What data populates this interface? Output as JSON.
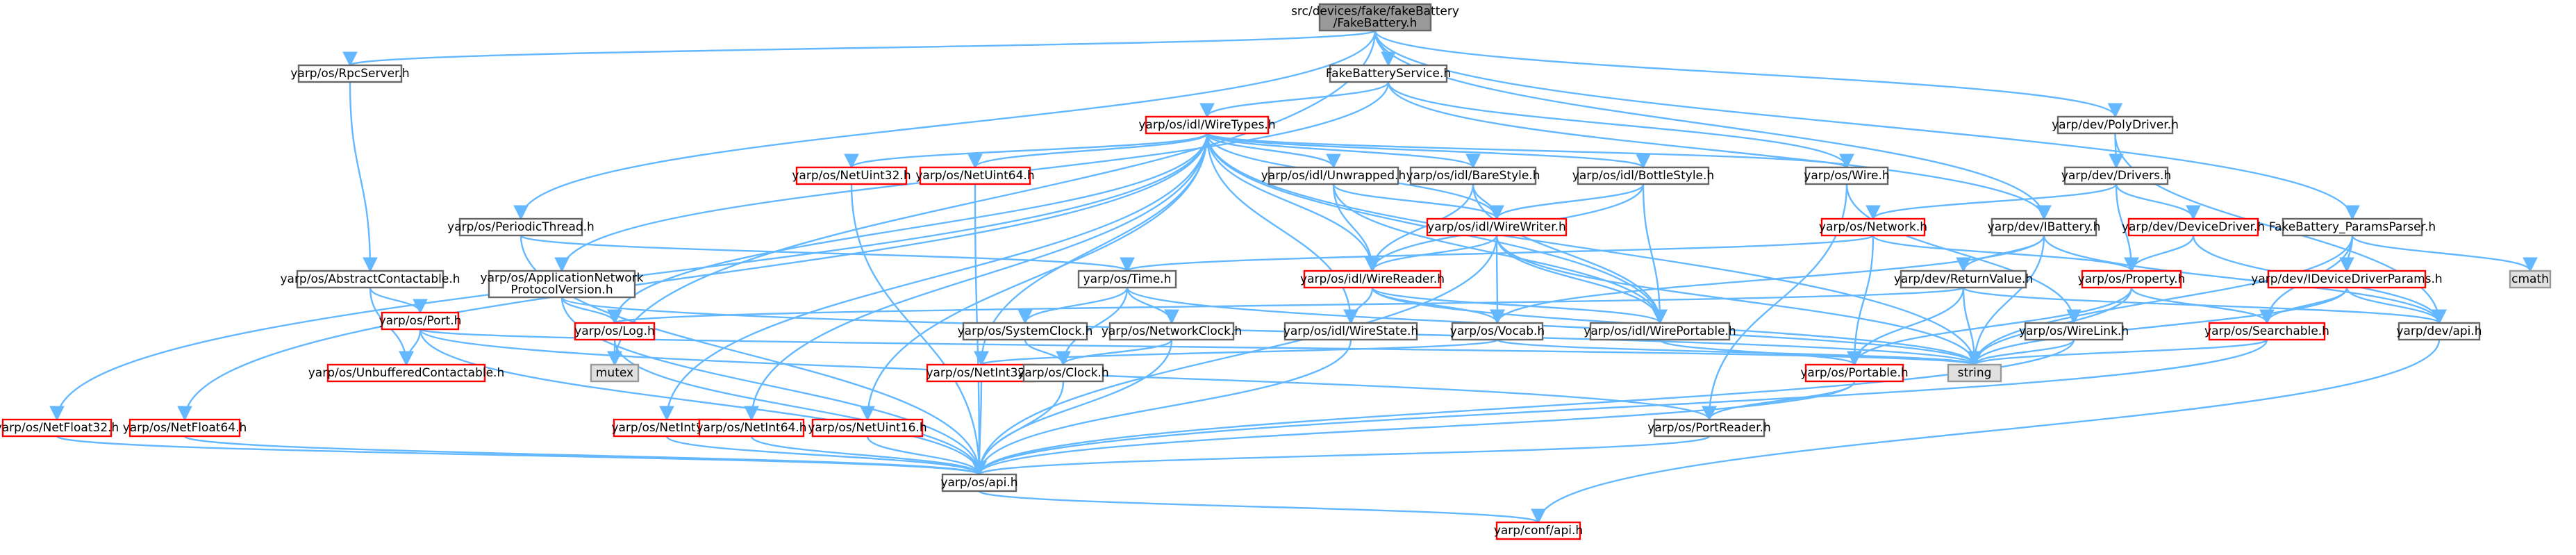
{
  "colors": {
    "edge": "#63b8ff",
    "node_border_normal": "#666666",
    "node_border_red": "#ff0000",
    "node_fill_root": "#999999",
    "node_fill_external": "#e0e0e0",
    "node_fill_normal": "#ffffff",
    "text": "#000000"
  },
  "nodes": [
    {
      "id": "root",
      "lines": [
        "src/devices/fake/fakeBattery",
        "/FakeBattery.h"
      ],
      "style": "root"
    },
    {
      "id": "rpcserver",
      "lines": [
        "yarp/os/RpcServer.h"
      ],
      "style": "normal"
    },
    {
      "id": "fbservice",
      "lines": [
        "FakeBatteryService.h"
      ],
      "style": "normal"
    },
    {
      "id": "polydriver",
      "lines": [
        "yarp/dev/PolyDriver.h"
      ],
      "style": "normal"
    },
    {
      "id": "wiretypes",
      "lines": [
        "yarp/os/idl/WireTypes.h"
      ],
      "style": "red"
    },
    {
      "id": "netuint32",
      "lines": [
        "yarp/os/NetUint32.h"
      ],
      "style": "red"
    },
    {
      "id": "netuint64",
      "lines": [
        "yarp/os/NetUint64.h"
      ],
      "style": "red"
    },
    {
      "id": "unwrapped",
      "lines": [
        "yarp/os/idl/Unwrapped.h"
      ],
      "style": "normal"
    },
    {
      "id": "barestyle",
      "lines": [
        "yarp/os/idl/BareStyle.h"
      ],
      "style": "normal"
    },
    {
      "id": "bottlestyle",
      "lines": [
        "yarp/os/idl/BottleStyle.h"
      ],
      "style": "normal"
    },
    {
      "id": "wire",
      "lines": [
        "yarp/os/Wire.h"
      ],
      "style": "normal"
    },
    {
      "id": "drivers",
      "lines": [
        "yarp/dev/Drivers.h"
      ],
      "style": "normal"
    },
    {
      "id": "periodic",
      "lines": [
        "yarp/os/PeriodicThread.h"
      ],
      "style": "normal"
    },
    {
      "id": "wirewriter",
      "lines": [
        "yarp/os/idl/WireWriter.h"
      ],
      "style": "red"
    },
    {
      "id": "network",
      "lines": [
        "yarp/os/Network.h"
      ],
      "style": "red"
    },
    {
      "id": "ibattery",
      "lines": [
        "yarp/dev/IBattery.h"
      ],
      "style": "normal"
    },
    {
      "id": "devicedriver",
      "lines": [
        "yarp/dev/DeviceDriver.h"
      ],
      "style": "red"
    },
    {
      "id": "paramsparser",
      "lines": [
        "FakeBattery_ParamsParser.h"
      ],
      "style": "normal"
    },
    {
      "id": "cmath",
      "lines": [
        "cmath"
      ],
      "style": "external"
    },
    {
      "id": "appnet",
      "lines": [
        "yarp/os/ApplicationNetwork",
        "ProtocolVersion.h"
      ],
      "style": "normal"
    },
    {
      "id": "abscontact",
      "lines": [
        "yarp/os/AbstractContactable.h"
      ],
      "style": "normal"
    },
    {
      "id": "time",
      "lines": [
        "yarp/os/Time.h"
      ],
      "style": "normal"
    },
    {
      "id": "wirereader",
      "lines": [
        "yarp/os/idl/WireReader.h"
      ],
      "style": "red"
    },
    {
      "id": "retvalue",
      "lines": [
        "yarp/dev/ReturnValue.h"
      ],
      "style": "normal"
    },
    {
      "id": "property",
      "lines": [
        "yarp/os/Property.h"
      ],
      "style": "red"
    },
    {
      "id": "ideviceparams",
      "lines": [
        "yarp/dev/IDeviceDriverParams.h"
      ],
      "style": "red"
    },
    {
      "id": "port",
      "lines": [
        "yarp/os/Port.h"
      ],
      "style": "red"
    },
    {
      "id": "log",
      "lines": [
        "yarp/os/Log.h"
      ],
      "style": "red"
    },
    {
      "id": "sysclock",
      "lines": [
        "yarp/os/SystemClock.h"
      ],
      "style": "normal"
    },
    {
      "id": "netclock",
      "lines": [
        "yarp/os/NetworkClock.h"
      ],
      "style": "normal"
    },
    {
      "id": "wirestate",
      "lines": [
        "yarp/os/idl/WireState.h"
      ],
      "style": "normal"
    },
    {
      "id": "vocab",
      "lines": [
        "yarp/os/Vocab.h"
      ],
      "style": "normal"
    },
    {
      "id": "wireportable",
      "lines": [
        "yarp/os/idl/WirePortable.h"
      ],
      "style": "normal"
    },
    {
      "id": "wirelink",
      "lines": [
        "yarp/os/WireLink.h"
      ],
      "style": "normal"
    },
    {
      "id": "searchable",
      "lines": [
        "yarp/os/Searchable.h"
      ],
      "style": "red"
    },
    {
      "id": "devapi",
      "lines": [
        "yarp/dev/api.h"
      ],
      "style": "normal"
    },
    {
      "id": "mutex",
      "lines": [
        "mutex"
      ],
      "style": "external"
    },
    {
      "id": "unbuffered",
      "lines": [
        "yarp/os/UnbufferedContactable.h"
      ],
      "style": "red"
    },
    {
      "id": "netint32",
      "lines": [
        "yarp/os/NetInt32.h"
      ],
      "style": "red"
    },
    {
      "id": "clock",
      "lines": [
        "yarp/os/Clock.h"
      ],
      "style": "normal"
    },
    {
      "id": "portable",
      "lines": [
        "yarp/os/Portable.h"
      ],
      "style": "red"
    },
    {
      "id": "string",
      "lines": [
        "string"
      ],
      "style": "external"
    },
    {
      "id": "netfloat32",
      "lines": [
        "yarp/os/NetFloat32.h"
      ],
      "style": "red"
    },
    {
      "id": "netfloat64",
      "lines": [
        "yarp/os/NetFloat64.h"
      ],
      "style": "red"
    },
    {
      "id": "netint16",
      "lines": [
        "yarp/os/NetInt16.h"
      ],
      "style": "red"
    },
    {
      "id": "netint64",
      "lines": [
        "yarp/os/NetInt64.h"
      ],
      "style": "red"
    },
    {
      "id": "netuint16",
      "lines": [
        "yarp/os/NetUint16.h"
      ],
      "style": "red"
    },
    {
      "id": "portreader",
      "lines": [
        "yarp/os/PortReader.h"
      ],
      "style": "normal"
    },
    {
      "id": "osapi",
      "lines": [
        "yarp/os/api.h"
      ],
      "style": "normal"
    },
    {
      "id": "confapi",
      "lines": [
        "yarp/conf/api.h"
      ],
      "style": "red"
    }
  ],
  "edges": [
    [
      "root",
      "rpcserver"
    ],
    [
      "root",
      "fbservice"
    ],
    [
      "root",
      "polydriver"
    ],
    [
      "root",
      "periodic"
    ],
    [
      "root",
      "ibattery"
    ],
    [
      "root",
      "paramsparser"
    ],
    [
      "root",
      "mutex"
    ],
    [
      "rpcserver",
      "abscontact"
    ],
    [
      "fbservice",
      "wiretypes"
    ],
    [
      "fbservice",
      "wire"
    ],
    [
      "fbservice",
      "ibattery"
    ],
    [
      "fbservice",
      "appnet"
    ],
    [
      "polydriver",
      "drivers"
    ],
    [
      "polydriver",
      "devapi"
    ],
    [
      "wiretypes",
      "netuint32"
    ],
    [
      "wiretypes",
      "netuint64"
    ],
    [
      "wiretypes",
      "unwrapped"
    ],
    [
      "wiretypes",
      "barestyle"
    ],
    [
      "wiretypes",
      "bottlestyle"
    ],
    [
      "wiretypes",
      "wire"
    ],
    [
      "wiretypes",
      "wirewriter"
    ],
    [
      "wiretypes",
      "wirereader"
    ],
    [
      "wiretypes",
      "wirestate"
    ],
    [
      "wiretypes",
      "wireportable"
    ],
    [
      "wiretypes",
      "log"
    ],
    [
      "wiretypes",
      "netint32"
    ],
    [
      "wiretypes",
      "netfloat32"
    ],
    [
      "wiretypes",
      "netfloat64"
    ],
    [
      "wiretypes",
      "netint16"
    ],
    [
      "wiretypes",
      "netint64"
    ],
    [
      "wiretypes",
      "netuint16"
    ],
    [
      "wiretypes",
      "string"
    ],
    [
      "netuint32",
      "osapi"
    ],
    [
      "netuint64",
      "osapi"
    ],
    [
      "unwrapped",
      "wirewriter"
    ],
    [
      "unwrapped",
      "wirereader"
    ],
    [
      "unwrapped",
      "wireportable"
    ],
    [
      "barestyle",
      "wirewriter"
    ],
    [
      "barestyle",
      "wirereader"
    ],
    [
      "barestyle",
      "wireportable"
    ],
    [
      "bottlestyle",
      "wirewriter"
    ],
    [
      "bottlestyle",
      "wirereader"
    ],
    [
      "bottlestyle",
      "wireportable"
    ],
    [
      "wire",
      "wirelink"
    ],
    [
      "wire",
      "portreader"
    ],
    [
      "drivers",
      "network"
    ],
    [
      "drivers",
      "devicedriver"
    ],
    [
      "drivers",
      "property"
    ],
    [
      "periodic",
      "time"
    ],
    [
      "periodic",
      "osapi"
    ],
    [
      "wirewriter",
      "wirereader"
    ],
    [
      "wirewriter",
      "vocab"
    ],
    [
      "wirewriter",
      "wireportable"
    ],
    [
      "wirewriter",
      "osapi"
    ],
    [
      "wirewriter",
      "string"
    ],
    [
      "network",
      "time"
    ],
    [
      "network",
      "property"
    ],
    [
      "network",
      "portable"
    ],
    [
      "ibattery",
      "retvalue"
    ],
    [
      "ibattery",
      "devapi"
    ],
    [
      "ibattery",
      "string"
    ],
    [
      "ibattery",
      "vocab"
    ],
    [
      "devicedriver",
      "property"
    ],
    [
      "devicedriver",
      "devapi"
    ],
    [
      "paramsparser",
      "ideviceparams"
    ],
    [
      "paramsparser",
      "searchable"
    ],
    [
      "paramsparser",
      "cmath"
    ],
    [
      "paramsparser",
      "string"
    ],
    [
      "appnet",
      "log"
    ],
    [
      "appnet",
      "osapi"
    ],
    [
      "appnet",
      "string"
    ],
    [
      "abscontact",
      "port"
    ],
    [
      "abscontact",
      "unbuffered"
    ],
    [
      "time",
      "sysclock"
    ],
    [
      "time",
      "netclock"
    ],
    [
      "time",
      "clock"
    ],
    [
      "time",
      "string"
    ],
    [
      "wirereader",
      "wirestate"
    ],
    [
      "wirereader",
      "vocab"
    ],
    [
      "wirereader",
      "wireportable"
    ],
    [
      "wirereader",
      "string"
    ],
    [
      "retvalue",
      "log"
    ],
    [
      "retvalue",
      "devapi"
    ],
    [
      "retvalue",
      "portable"
    ],
    [
      "retvalue",
      "string"
    ],
    [
      "property",
      "searchable"
    ],
    [
      "property",
      "portable"
    ],
    [
      "property",
      "string"
    ],
    [
      "ideviceparams",
      "searchable"
    ],
    [
      "ideviceparams",
      "devapi"
    ],
    [
      "ideviceparams",
      "string"
    ],
    [
      "port",
      "unbuffered"
    ],
    [
      "port",
      "portreader"
    ],
    [
      "port",
      "osapi"
    ],
    [
      "port",
      "string"
    ],
    [
      "log",
      "mutex"
    ],
    [
      "log",
      "osapi"
    ],
    [
      "sysclock",
      "clock"
    ],
    [
      "netclock",
      "clock"
    ],
    [
      "netclock",
      "osapi"
    ],
    [
      "wirestate",
      "osapi"
    ],
    [
      "vocab",
      "netint32"
    ],
    [
      "vocab",
      "string"
    ],
    [
      "wireportable",
      "portable"
    ],
    [
      "wirelink",
      "osapi"
    ],
    [
      "wirelink",
      "string"
    ],
    [
      "searchable",
      "string"
    ],
    [
      "searchable",
      "osapi"
    ],
    [
      "devapi",
      "confapi"
    ],
    [
      "netint32",
      "osapi"
    ],
    [
      "clock",
      "osapi"
    ],
    [
      "portable",
      "portreader"
    ],
    [
      "portable",
      "osapi"
    ],
    [
      "netfloat32",
      "osapi"
    ],
    [
      "netfloat64",
      "osapi"
    ],
    [
      "netint16",
      "osapi"
    ],
    [
      "netint64",
      "osapi"
    ],
    [
      "netuint16",
      "osapi"
    ],
    [
      "portreader",
      "osapi"
    ],
    [
      "osapi",
      "confapi"
    ]
  ]
}
